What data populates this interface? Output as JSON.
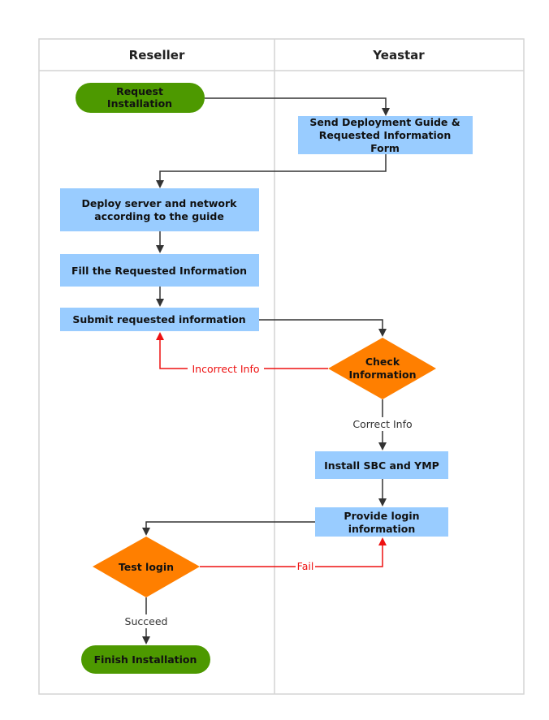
{
  "colors": {
    "process_fill": "#99ccff",
    "start_end_fill": "#4d9900",
    "decision_fill": "#ff7f00",
    "edge_black": "#333333",
    "edge_red": "#ee1111",
    "lane_border": "#d4d4d4",
    "label_gray": "#333333"
  },
  "lanes": {
    "reseller": "Reseller",
    "yeastar": "Yeastar"
  },
  "nodes": {
    "request_installation": [
      "Request",
      "Installation"
    ],
    "send_guide": [
      "Send Deployment Guide &",
      "Requested Information",
      "Form"
    ],
    "deploy_server": [
      "Deploy server and network",
      "according to the guide"
    ],
    "fill_info": [
      "Fill the Requested Information"
    ],
    "submit_info": [
      "Submit requested information"
    ],
    "check_info": [
      "Check",
      "Information"
    ],
    "install_sbc": [
      "Install SBC and YMP"
    ],
    "provide_login": [
      "Provide login",
      "information"
    ],
    "test_login": [
      "Test login"
    ],
    "finish_installation": [
      "Finish Installation"
    ]
  },
  "edge_labels": {
    "incorrect_info": "Incorrect Info",
    "correct_info": "Correct Info",
    "fail": "Fail",
    "succeed": "Succeed"
  }
}
